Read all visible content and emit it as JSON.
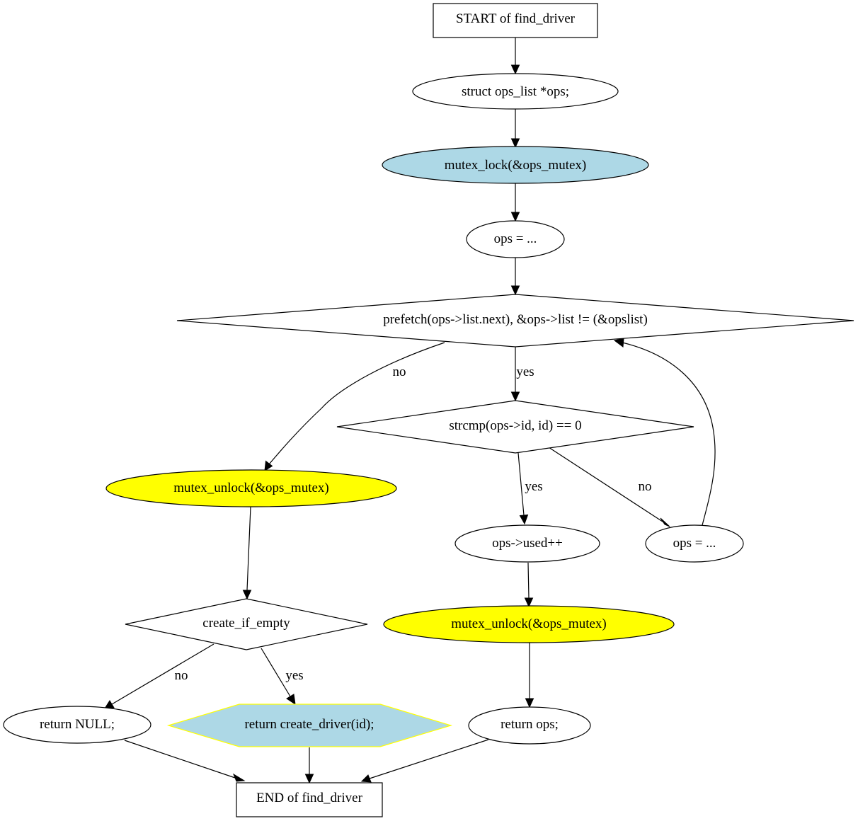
{
  "diagram": {
    "colors": {
      "background": "#ffffff",
      "line": "#000000",
      "lock_fill": "#add8e6",
      "unlock_fill": "#ffff00",
      "hexagon_fill": "#add8e6",
      "hexagon_stroke": "#ffff00"
    },
    "nodes": {
      "start": "START of find_driver",
      "decl": "struct ops_list *ops;",
      "lock": "mutex_lock(&ops_mutex)",
      "assign_ops": "ops = ...",
      "loop_cond": "prefetch(ops->list.next), &ops->list != (&opslist)",
      "strcmp_cond": "strcmp(ops->id, id) == 0",
      "unlock_left": "mutex_unlock(&ops_mutex)",
      "used_inc": "ops->used++",
      "next_ops": "ops = ...",
      "create_if_empty": "create_if_empty",
      "unlock_right": "mutex_unlock(&ops_mutex)",
      "return_null": "return NULL;",
      "return_create": "return create_driver(id);",
      "return_ops": "return ops;",
      "end": "END of find_driver"
    },
    "edge_labels": {
      "loop_no": "no",
      "loop_yes": "yes",
      "strcmp_yes": "yes",
      "strcmp_no": "no",
      "create_no": "no",
      "create_yes": "yes"
    }
  }
}
